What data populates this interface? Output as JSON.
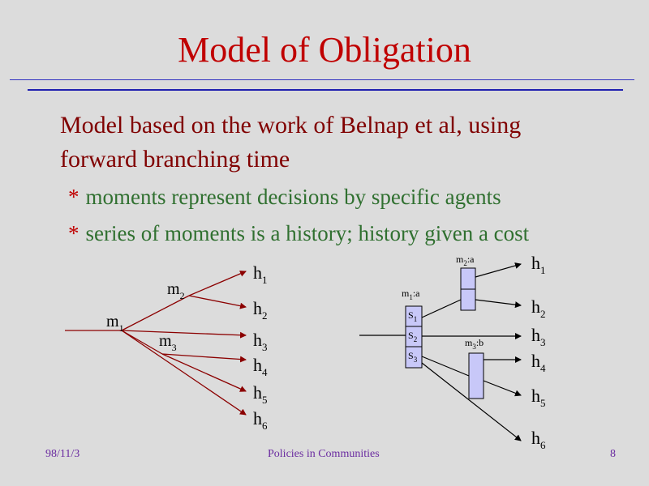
{
  "slide": {
    "title": "Model of Obligation",
    "intro_line1": "Model based on the work of Belnap et al, using",
    "intro_line2": "forward branching time",
    "bullet_marker": "*",
    "bullets": [
      "moments represent decisions by specific agents",
      "series of moments is a history; history given a cost"
    ]
  },
  "left_diagram": {
    "moments": [
      {
        "base": "m",
        "sub": "1"
      },
      {
        "base": "m",
        "sub": "2"
      },
      {
        "base": "m",
        "sub": "3"
      }
    ],
    "histories": [
      {
        "base": "h",
        "sub": "1"
      },
      {
        "base": "h",
        "sub": "2"
      },
      {
        "base": "h",
        "sub": "3"
      },
      {
        "base": "h",
        "sub": "4"
      },
      {
        "base": "h",
        "sub": "5"
      },
      {
        "base": "h",
        "sub": "6"
      }
    ]
  },
  "right_diagram": {
    "m1_label": {
      "base": "m",
      "sub": "1",
      "suffix": ":a"
    },
    "m2_label": {
      "base": "m",
      "sub": "2",
      "suffix": ":a"
    },
    "m3_label": {
      "base": "m",
      "sub": "3",
      "suffix": ":b"
    },
    "choices": [
      {
        "base": "S",
        "sub": "1"
      },
      {
        "base": "S",
        "sub": "2"
      },
      {
        "base": "S",
        "sub": "3"
      }
    ],
    "histories": [
      {
        "base": "h",
        "sub": "1"
      },
      {
        "base": "h",
        "sub": "2"
      },
      {
        "base": "h",
        "sub": "3"
      },
      {
        "base": "h",
        "sub": "4"
      },
      {
        "base": "h",
        "sub": "5"
      },
      {
        "base": "h",
        "sub": "6"
      }
    ]
  },
  "footer": {
    "date": "98/11/3",
    "center": "Policies in Communities",
    "page": "8"
  },
  "colors": {
    "title": "#c00000",
    "intro": "#800000",
    "bullet_text": "#307030",
    "bullet_marker": "#c00000",
    "footer": "#6a2ba0",
    "box_fill": "#c8c8f8",
    "left_edges": "#8b0000"
  }
}
